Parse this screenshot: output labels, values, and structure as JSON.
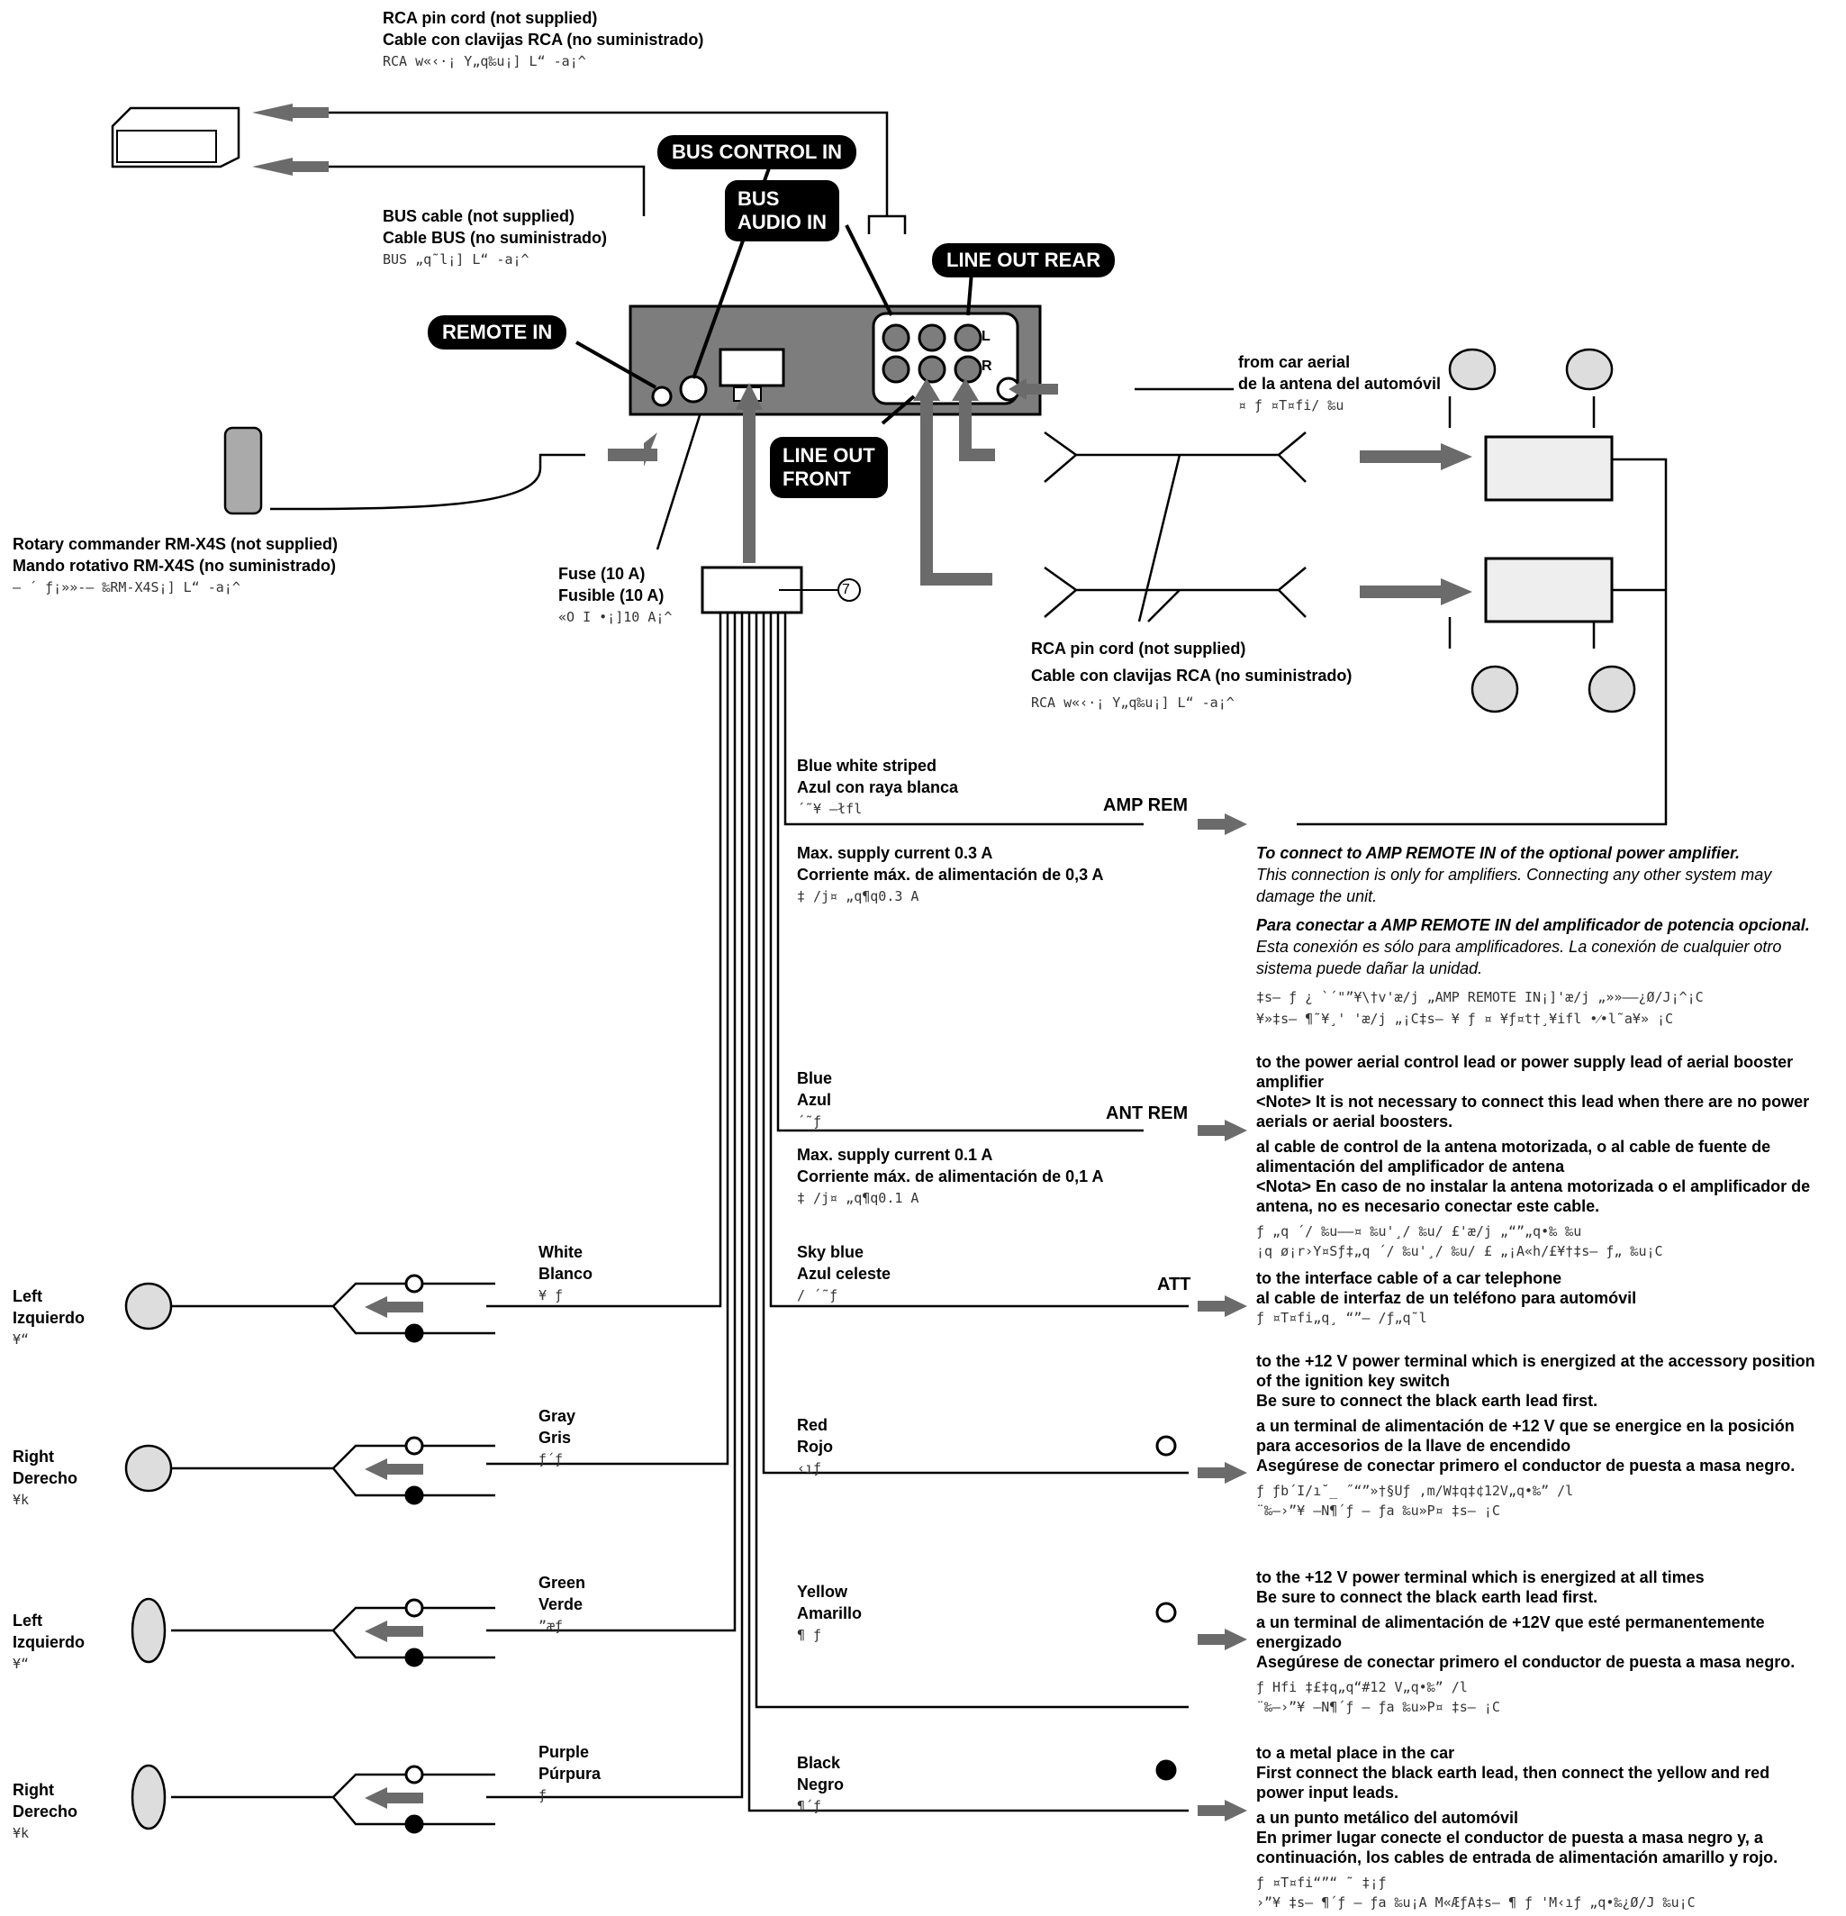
{
  "top": {
    "rca_cord": [
      "RCA pin cord (not supplied)",
      "Cable con clavijas RCA (no suministrado)",
      "RCA  w«‹·¡ Y„q‰u¡] L“ -a¡^"
    ],
    "bus_cable": [
      "BUS cable (not supplied)",
      "Cable BUS (no suministrado)",
      "BUS „q˜l¡] L“ -a¡^"
    ]
  },
  "unit_labels": {
    "bus_control_in": "BUS CONTROL IN",
    "bus_audio_in": [
      "BUS",
      "AUDIO IN"
    ],
    "line_out_rear": "LINE OUT REAR",
    "remote_in": "REMOTE IN",
    "line_out_front": [
      "LINE OUT",
      "FRONT"
    ],
    "jack_l": "L",
    "jack_r": "R"
  },
  "aerial": [
    "from car aerial",
    "de la antena del automóvil",
    "¤ ƒ ¤T¤fi/ ‰u"
  ],
  "rotary": [
    "Rotary commander RM-X4S (not supplied)",
    "Mando rotativo RM-X4S (no suministrado)",
    "– ´ ƒ¡»»-– ‰RM-X4S¡] L“ -a¡^"
  ],
  "fuse": [
    "Fuse (10 A)",
    "Fusible (10 A)",
    "«O I •¡]10 A¡^"
  ],
  "circle_num": "7",
  "rca_cord2": [
    "RCA pin cord (not supplied)",
    "Cable con clavijas RCA (no suministrado)",
    "RCA  w«‹·¡ Y„q‰u¡] L“ -a¡^"
  ],
  "wires_right": [
    {
      "name": [
        "Blue white striped",
        "Azul con raya blanca",
        "´˜¥ –łfl"
      ],
      "tag": "AMP REM",
      "max": [
        "Max. supply current 0.3 A",
        "Corriente máx. de alimentación de 0,3 A",
        "‡ /j¤ „q¶q0.3 A"
      ]
    },
    {
      "name": [
        "Blue",
        "Azul",
        "´˜ƒ"
      ],
      "tag": "ANT REM",
      "max": [
        "Max. supply current 0.1 A",
        "Corriente máx. de alimentación de 0,1 A",
        "‡ /j¤ „q¶q0.1 A"
      ]
    },
    {
      "name": [
        "Sky blue",
        "Azul celeste",
        "/ ´˜ƒ"
      ],
      "tag": "ATT"
    },
    {
      "name": [
        "Red",
        "Rojo",
        "‹ıƒ"
      ],
      "tag": ""
    },
    {
      "name": [
        "Yellow",
        "Amarillo",
        "¶ ƒ"
      ],
      "tag": ""
    },
    {
      "name": [
        "Black",
        "Negro",
        "¶´ƒ"
      ],
      "tag": ""
    }
  ],
  "desc": {
    "amp": [
      "To connect to AMP REMOTE IN of the optional power amplifier.",
      "This connection is only for amplifiers. Connecting any other system may",
      "damage the unit.",
      "Para conectar a AMP REMOTE IN del amplificador de potencia opcional.",
      "Esta conexión es sólo para amplificadores. La conexión de cualquier otro",
      "sistema puede dañar la unidad.",
      "‡s– ƒ ¿ `´\"”¥\\†v'æ/j „AMP REMOTE IN¡]'æ/j „»»––¿Ø/J¡^¡C",
      "¥»‡s– ¶˜¥¸' 'æ/j „¡C‡s– ¥ ƒ ¤ ¥ƒ¤t†¸¥ifl •⁄•l˜a¥»  ¡C"
    ],
    "ant": [
      "to the power aerial control lead or power supply lead of aerial booster",
      "amplifier",
      "<Note> It is not necessary to connect this lead when there are no power",
      "aerials or aerial boosters.",
      "al cable de control de la antena motorizada, o al cable de fuente de",
      "alimentación del amplificador de antena",
      "<Nota> En caso de no instalar la antena motorizada o el amplificador de",
      "antena, no es necesario conectar este cable.",
      "ƒ „q ´/ ‰u––¤  ‰u'¸/ ‰u/  £'æ/j „“”„q•‰  ‰u",
      "¡q ø¡r›Y¤Sƒ‡„q ´/ ‰u'¸/ ‰u/  £ „¡A«h/£¥†‡s– ƒ„  ‰u¡C"
    ],
    "att": [
      "to the interface cable of a car telephone",
      "al cable de interfaz de un teléfono para automóvil",
      "ƒ ¤T¤fi„q¸ “”– /ƒ„q˜l"
    ],
    "red": [
      "to the +12 V power terminal which is energized at the accessory position",
      "of the ignition key switch",
      "Be sure to connect the black earth lead first.",
      "a un terminal de alimentación de +12 V que se energice en la posición",
      "para accesorios de la llave de encendido",
      "Asegúrese de conectar primero el conductor de puesta a masa negro.",
      "ƒ ƒb´I/ı˘_ ˝“”»†§Uƒ ,m/W‡q‡¢12V„q•‰” /l",
      "¨‰–›”¥ –N¶´ƒ – ƒa  ‰u»P¤ ‡s– ¡C"
    ],
    "yellow": [
      "to the +12 V power terminal which is energized at all times",
      "Be sure to connect the black earth lead first.",
      "a un terminal de alimentación de +12V que esté permanentemente",
      "energizado",
      "Asegúrese de conectar primero el conductor de puesta a masa negro.",
      "ƒ  Hfi ‡£‡q„q“#12 V„q•‰” /l",
      "¨‰–›”¥ –N¶´ƒ – ƒa  ‰u»P¤ ‡s– ¡C"
    ],
    "black": [
      "to a metal place in the car",
      "First connect the black earth lead, then connect the yellow and red",
      "power input leads.",
      "a un punto metálico del automóvil",
      "En primer lugar conecte el conductor de puesta a masa negro y, a",
      "continuación, los cables de entrada de alimentación amarillo y rojo.",
      "ƒ ¤T¤fi“”“ ˜ ‡¡ƒ",
      "›”¥ ‡s– ¶´ƒ – ƒa  ‰u¡A M«ÆƒA‡s– ¶ ƒ 'M‹ıƒ „q•‰¿Ø/J  ‰u¡C"
    ]
  },
  "speakers_left": [
    {
      "side": [
        "Left",
        "Izquierdo",
        "¥“"
      ],
      "wire": [
        "White",
        "Blanco",
        "¥ ƒ"
      ]
    },
    {
      "side": [
        "Right",
        "Derecho",
        "¥k"
      ],
      "wire": [
        "Gray",
        "Gris",
        "ƒ´ƒ"
      ]
    },
    {
      "side": [
        "Left",
        "Izquierdo",
        "¥“"
      ],
      "wire": [
        "Green",
        "Verde",
        "”æƒ"
      ]
    },
    {
      "side": [
        "Right",
        "Derecho",
        "¥k"
      ],
      "wire": [
        "Purple",
        "Púrpura",
        " ƒ"
      ]
    }
  ],
  "colors": {
    "arrow": "#6b6b6b",
    "unit": "#7d7d7d",
    "line": "#000000"
  }
}
